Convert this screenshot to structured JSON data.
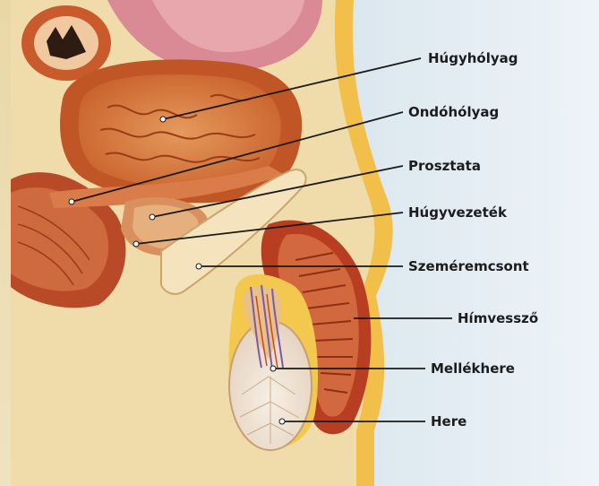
{
  "figure": {
    "labels": [
      {
        "id": "bladder",
        "text": "Húgyhólyag"
      },
      {
        "id": "seminal",
        "text": "Ondóhólyag"
      },
      {
        "id": "prostate",
        "text": "Prosztata"
      },
      {
        "id": "urethra",
        "text": "Húgyvezeték"
      },
      {
        "id": "pubic",
        "text": "Szeméremcsont"
      },
      {
        "id": "penis",
        "text": "Hímvessző"
      },
      {
        "id": "epididymis",
        "text": "Mellékhere"
      },
      {
        "id": "testis",
        "text": "Here"
      }
    ]
  }
}
